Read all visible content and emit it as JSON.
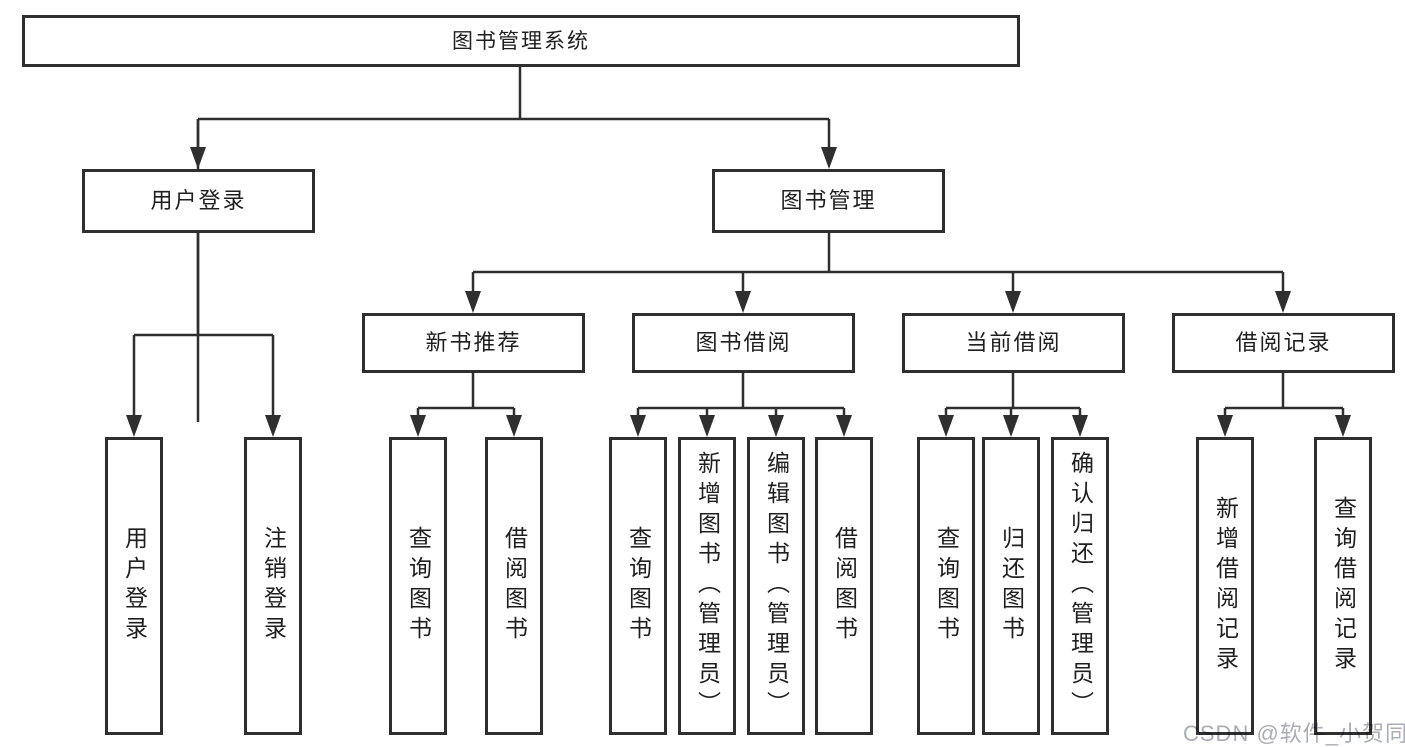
{
  "diagram": {
    "title": "图书管理系统",
    "nodes": {
      "root": "图书管理系统",
      "user_login_group": "用户登录",
      "book_mgmt_group": "图书管理",
      "new_book_rec": "新书推荐",
      "book_borrow": "图书借阅",
      "current_borrow": "当前借阅",
      "borrow_records": "借阅记录",
      "ul_user_login": "用户登录",
      "ul_logout": "注销登录",
      "nbr_query_book": "查询图书",
      "nbr_borrow_book": "借阅图书",
      "bb_query_book": "查询图书",
      "bb_add_book": "新增图书（管理员）",
      "bb_edit_book": "编辑图书（管理员）",
      "bb_borrow_book": "借阅图书",
      "cb_query_book": "查询图书",
      "cb_return_book": "归还图书",
      "cb_confirm_return": "确认归还（管理员）",
      "br_add_record": "新增借阅记录",
      "br_query_record": "查询借阅记录"
    },
    "colors": {
      "line": "#2f2f2f",
      "box_border": "#2f2f2f",
      "text": "#1f1f1f",
      "background": "#ffffff",
      "watermark_text": "#a9aeb4"
    }
  },
  "watermark": "CSDN @软件_小贺同学"
}
